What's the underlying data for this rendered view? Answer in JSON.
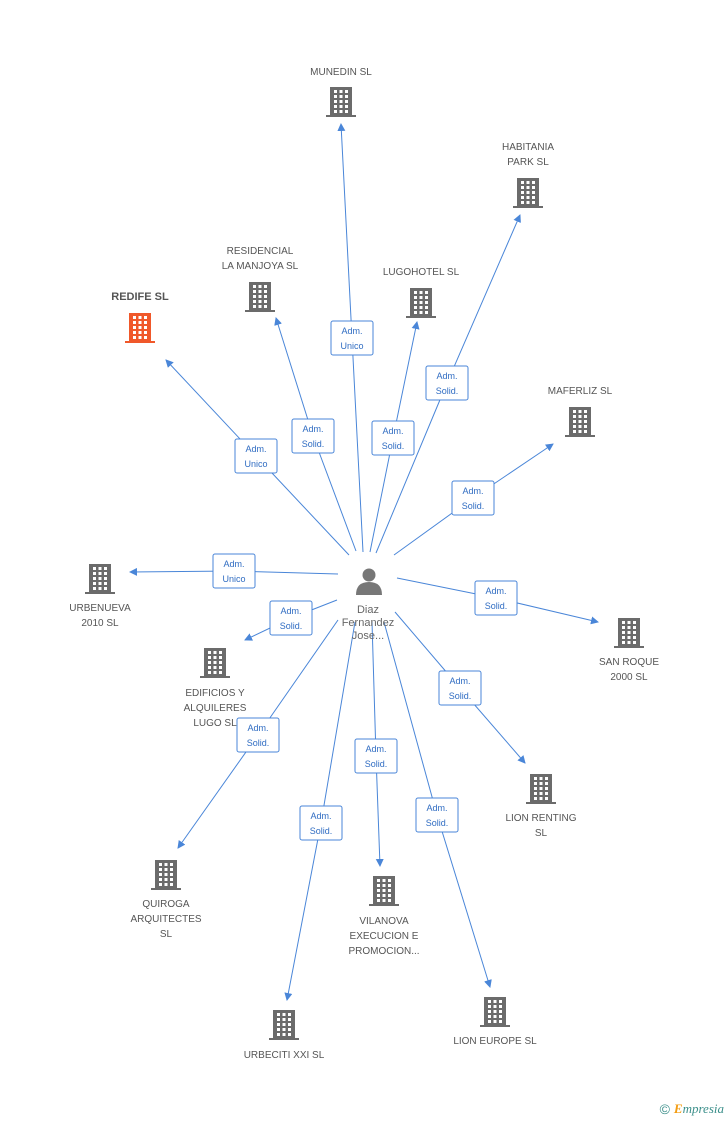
{
  "colors": {
    "edge": "#4a86d8",
    "building": "#6b6b6b",
    "highlight": "#f0582a",
    "person": "#777777"
  },
  "center": {
    "label_lines": [
      "Diaz",
      "Fernandez",
      "Jose..."
    ],
    "icon": "person-icon"
  },
  "nodes": [
    {
      "id": "munedin",
      "label_lines": [
        "MUNEDIN SL"
      ],
      "highlight": false
    },
    {
      "id": "habitania",
      "label_lines": [
        "HABITANIA",
        "PARK SL"
      ],
      "highlight": false
    },
    {
      "id": "residencial",
      "label_lines": [
        "RESIDENCIAL",
        "LA MANJOYA SL"
      ],
      "highlight": false
    },
    {
      "id": "lugohotel",
      "label_lines": [
        "LUGOHOTEL SL"
      ],
      "highlight": false
    },
    {
      "id": "redife",
      "label_lines": [
        "REDIFE SL"
      ],
      "highlight": true
    },
    {
      "id": "maferliz",
      "label_lines": [
        "MAFERLIZ SL"
      ],
      "highlight": false
    },
    {
      "id": "urbenueva",
      "label_lines": [
        "URBENUEVA",
        "2010 SL"
      ],
      "highlight": false
    },
    {
      "id": "sanroque",
      "label_lines": [
        "SAN ROQUE",
        "2000 SL"
      ],
      "highlight": false
    },
    {
      "id": "edificios",
      "label_lines": [
        "EDIFICIOS Y",
        "ALQUILERES",
        "LUGO SL"
      ],
      "highlight": false
    },
    {
      "id": "lionrenting",
      "label_lines": [
        "LION RENTING",
        "SL"
      ],
      "highlight": false
    },
    {
      "id": "quiroga",
      "label_lines": [
        "QUIROGA",
        "ARQUITECTES",
        "SL"
      ],
      "highlight": false
    },
    {
      "id": "vilanova",
      "label_lines": [
        "VILANOVA",
        "EXECUCION E",
        "PROMOCION..."
      ],
      "highlight": false
    },
    {
      "id": "urbeciti",
      "label_lines": [
        "URBECITI XXI SL"
      ],
      "highlight": false
    },
    {
      "id": "lioneurope",
      "label_lines": [
        "LION EUROPE SL"
      ],
      "highlight": false
    }
  ],
  "edges": [
    {
      "to": "munedin",
      "role_lines": [
        "Adm.",
        "Unico"
      ]
    },
    {
      "to": "habitania",
      "role_lines": [
        "Adm.",
        "Solid."
      ]
    },
    {
      "to": "residencial",
      "role_lines": [
        "Adm.",
        "Solid."
      ]
    },
    {
      "to": "lugohotel",
      "role_lines": [
        "Adm.",
        "Solid."
      ]
    },
    {
      "to": "redife",
      "role_lines": [
        "Adm.",
        "Unico"
      ]
    },
    {
      "to": "maferliz",
      "role_lines": [
        "Adm.",
        "Solid."
      ]
    },
    {
      "to": "urbenueva",
      "role_lines": [
        "Adm.",
        "Unico"
      ]
    },
    {
      "to": "sanroque",
      "role_lines": [
        "Adm.",
        "Solid."
      ]
    },
    {
      "to": "edificios",
      "role_lines": [
        "Adm.",
        "Solid."
      ]
    },
    {
      "to": "lionrenting",
      "role_lines": [
        "Adm.",
        "Solid."
      ]
    },
    {
      "to": "quiroga",
      "role_lines": [
        "Adm.",
        "Solid."
      ]
    },
    {
      "to": "vilanova",
      "role_lines": [
        "Adm.",
        "Solid."
      ]
    },
    {
      "to": "urbeciti",
      "role_lines": [
        "Adm.",
        "Solid."
      ]
    },
    {
      "to": "lioneurope",
      "role_lines": [
        "Adm.",
        "Solid."
      ]
    }
  ],
  "footer": {
    "copyright_symbol": "©",
    "brand_initial": "E",
    "brand_rest": "mpresia"
  }
}
